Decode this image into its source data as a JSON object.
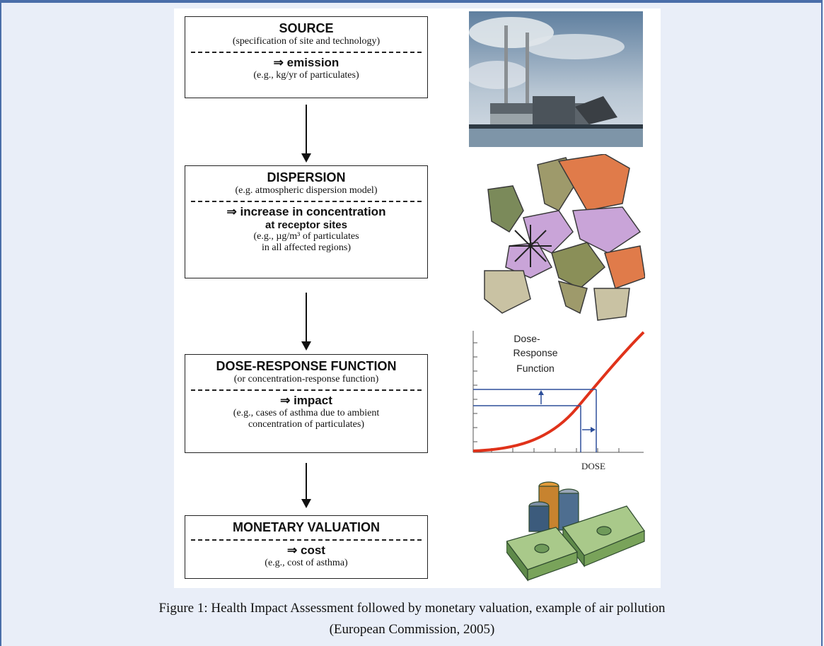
{
  "boxes": [
    {
      "title": "SOURCE",
      "subtitle": "(specification of site and technology)",
      "result": "⇒ emission",
      "result2": "",
      "note1": "(e.g., kg/yr of particulates)",
      "note2": ""
    },
    {
      "title": "DISPERSION",
      "subtitle": "(e.g. atmospheric dispersion model)",
      "result": "⇒ increase in concentration",
      "result2": "at receptor sites",
      "note1": "(e.g., µg/m³ of particulates",
      "note2": "in all affected regions)"
    },
    {
      "title": "DOSE-RESPONSE FUNCTION",
      "subtitle": "(or concentration-response function)",
      "result": "⇒ impact",
      "result2": "",
      "note1": "(e.g., cases of asthma due to ambient",
      "note2": "concentration of particulates)"
    },
    {
      "title": "MONETARY VALUATION",
      "subtitle": "",
      "result": "⇒ cost",
      "result2": "",
      "note1": "(e.g., cost of asthma)",
      "note2": ""
    }
  ],
  "chart": {
    "label_line1": "Dose-",
    "label_line2": "Response",
    "label_line3": "Function",
    "xlabel": "DOSE"
  },
  "caption": {
    "line1": "Figure 1: Health Impact Assessment followed by monetary valuation, example of air pollution",
    "line2": "(European Commission, 2005)"
  },
  "colors": {
    "frame": "#4a6ea9",
    "curve": "#e0321a",
    "guide": "#2d4f9a"
  }
}
